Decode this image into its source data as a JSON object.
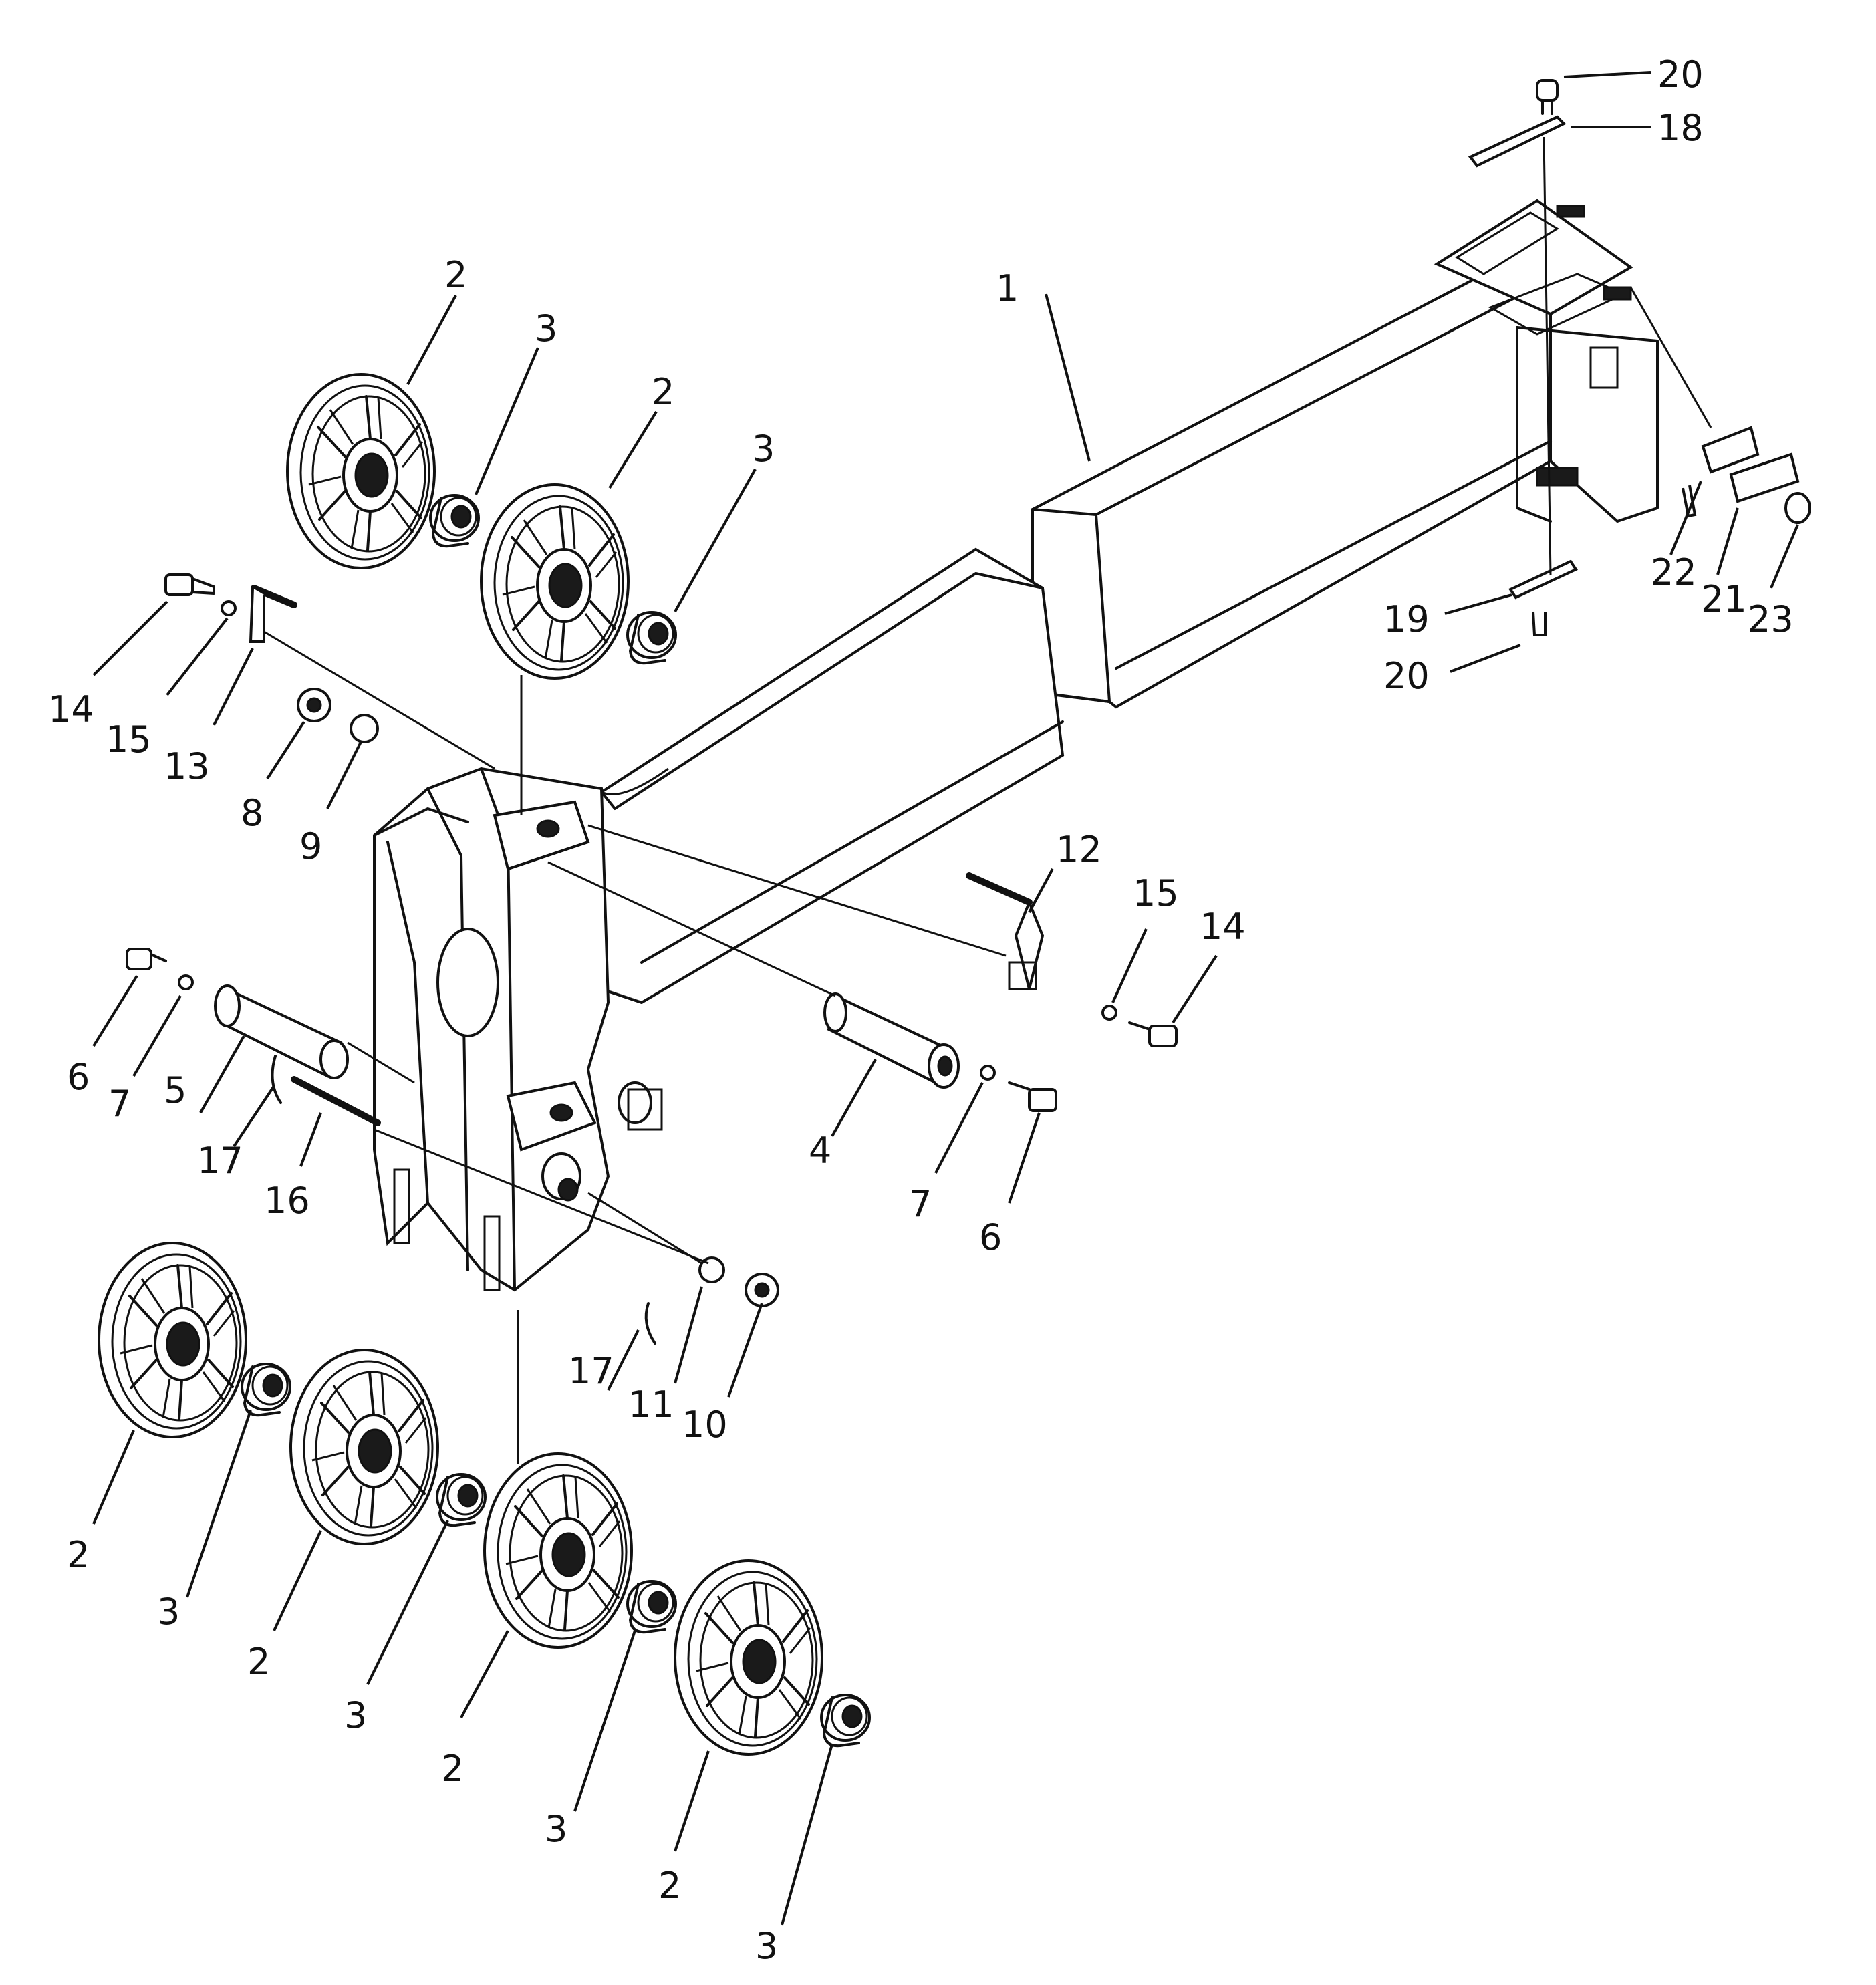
{
  "callouts": {
    "p1": "1",
    "p2_a": "2",
    "p2_b": "2",
    "p2_c": "2",
    "p2_d": "2",
    "p2_e": "2",
    "p2_f": "2",
    "p3_a": "3",
    "p3_b": "3",
    "p3_c": "3",
    "p3_d": "3",
    "p3_e": "3",
    "p3_f": "3",
    "p4": "4",
    "p5": "5",
    "p6_a": "6",
    "p6_b": "6",
    "p7_a": "7",
    "p7_b": "7",
    "p8": "8",
    "p9": "9",
    "p10": "10",
    "p11": "11",
    "p12": "12",
    "p13": "13",
    "p14_a": "14",
    "p14_b": "14",
    "p15_a": "15",
    "p15_b": "15",
    "p16": "16",
    "p17_a": "17",
    "p17_b": "17",
    "p18": "18",
    "p19": "19",
    "p20_a": "20",
    "p20_b": "20",
    "p21": "21",
    "p22": "22",
    "p23": "23"
  }
}
